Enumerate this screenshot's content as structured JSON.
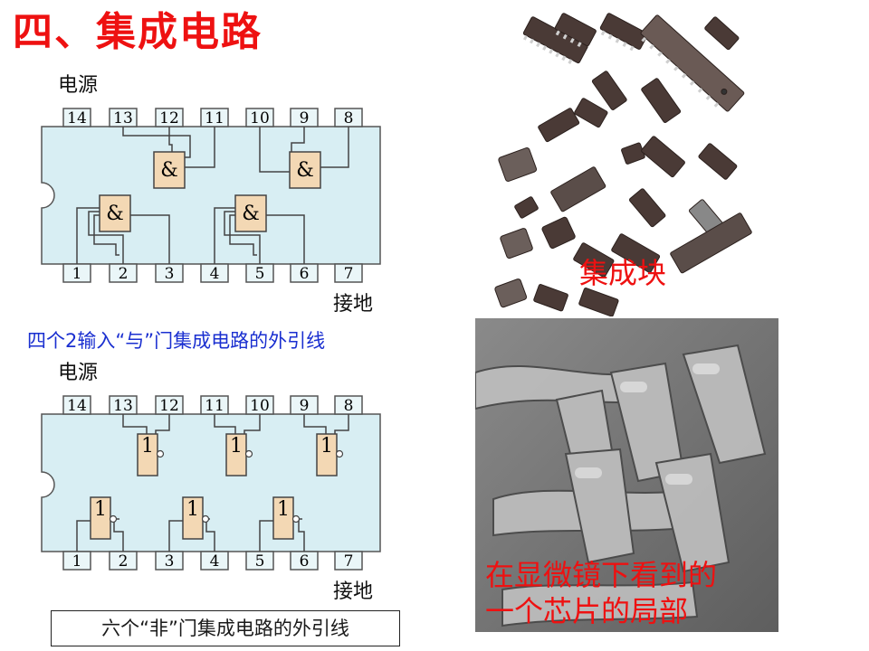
{
  "slide": {
    "title": "四、集成电路"
  },
  "and_chip": {
    "power_label": "电源",
    "ground_label": "接地",
    "top_pins": [
      "14",
      "13",
      "12",
      "11",
      "10",
      "9",
      "8"
    ],
    "bottom_pins": [
      "1",
      "2",
      "3",
      "4",
      "5",
      "6",
      "7"
    ],
    "gate_symbol": "&",
    "caption": "四个2输入“与”门集成电路的外引线"
  },
  "not_chip": {
    "power_label": "电源",
    "ground_label": "接地",
    "top_pins": [
      "14",
      "13",
      "12",
      "11",
      "10",
      "9",
      "8"
    ],
    "bottom_pins": [
      "1",
      "2",
      "3",
      "4",
      "5",
      "6",
      "7"
    ],
    "gate_symbol": "1",
    "caption": "六个“非”门集成电路的外引线"
  },
  "photos": {
    "ic_photo_label": "集成块",
    "micro_photo_line1": "在显微镜下看到的",
    "micro_photo_line2": "一个芯片的局部"
  },
  "colors": {
    "title": "#ee1111",
    "caption_blue": "#1a2fd0",
    "chip_body": "#d8eef3",
    "gate_fill": "#f3d8b4",
    "overlay_red": "#ee1111"
  }
}
